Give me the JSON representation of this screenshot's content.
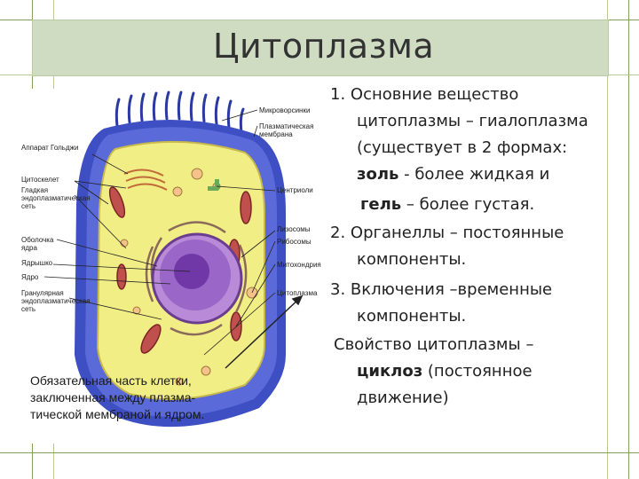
{
  "slide": {
    "title": "Цитоплазма"
  },
  "figure": {
    "labels": {
      "l_ribosomes_top": "Микроворсинки",
      "l_plasma": "Плазматическая\nмембрана",
      "l_golgi": "Аппарат Гольджи",
      "l_cytoskeleton": "Цитоскелет",
      "l_smooth_er": "Гладкая\nэндоплазматическая\nсеть",
      "l_nuclear_env": "Оболочка\nядра",
      "l_nucleolus": "Ядрышко",
      "l_nucleus": "Ядро",
      "l_rough_er": "Гранулярная\nэндоплазматическая\nсеть",
      "l_centriole": "Центриоли",
      "l_lysosome": "Лизосомы",
      "l_ribosome": "Рибосомы",
      "l_mito": "Митохондрия",
      "l_cytoplasm": "Цитоплазма"
    },
    "caption": "Обязательная часть клетки,\nзаключенная между плазма-\nтической мембраной и ядром."
  },
  "text": {
    "p1_num": "1.",
    "p1_a": "Основние вещество",
    "p1_b": "цитоплазмы – ",
    "p1_b_bold": "гиалоплазма",
    "p1_c": "(существует в 2 формах:",
    "p1_d_bold": "золь",
    "p1_d": " - более жидкая и",
    "p1_e_bold": "гель",
    "p1_e": " – более густая.",
    "p2_num": "2.",
    "p2_bold": "Органеллы",
    "p2_a": " – постоянные",
    "p2_b": "компоненты.",
    "p3_num": "3.",
    "p3_bold": "Включения",
    "p3_a": " –временные",
    "p3_b": "компоненты.",
    "p4_a": "Свойство цитоплазмы –",
    "p4_bold": "циклоз",
    "p4_b": " (постоянное",
    "p4_c": "движение)"
  }
}
